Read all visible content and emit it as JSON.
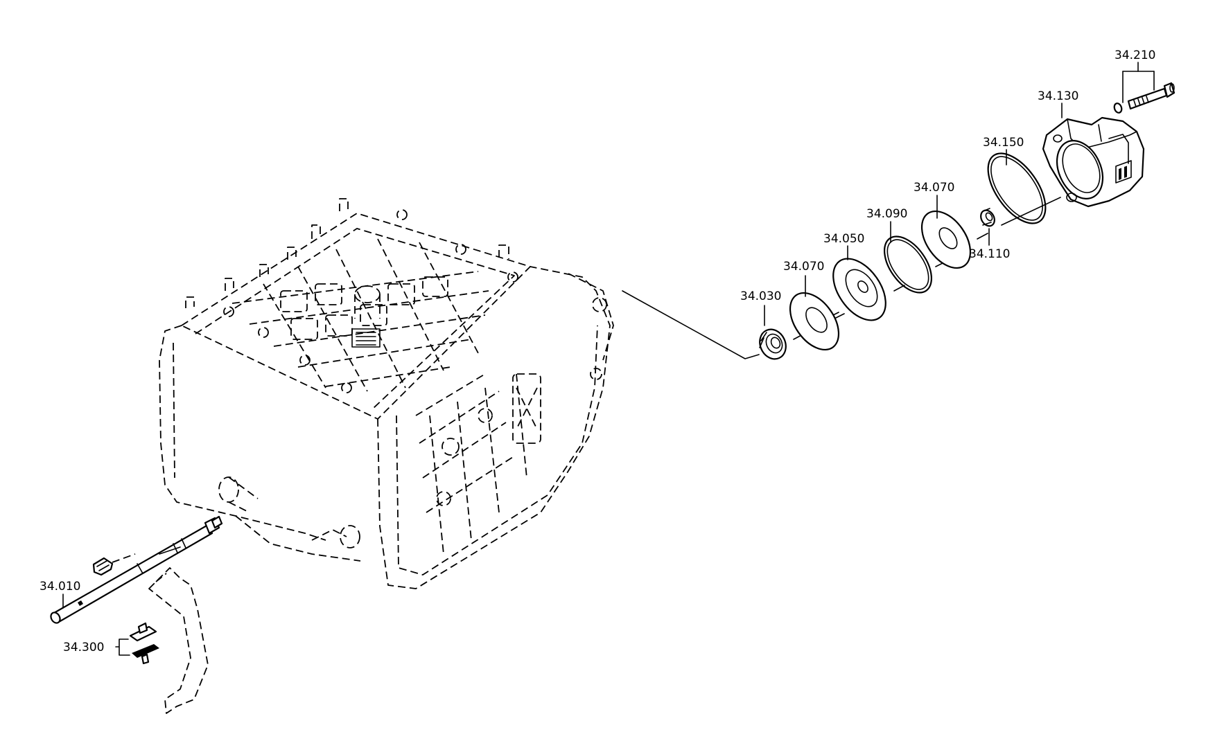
{
  "labels": {
    "p34_010": "34.010",
    "p34_030": "34.030",
    "p34_050": "34.050",
    "p34_070_a": "34.070",
    "p34_070_b": "34.070",
    "p34_090": "34.090",
    "p34_110": "34.110",
    "p34_130": "34.130",
    "p34_150": "34.150",
    "p34_210": "34.210",
    "p34_300": "34.300"
  }
}
